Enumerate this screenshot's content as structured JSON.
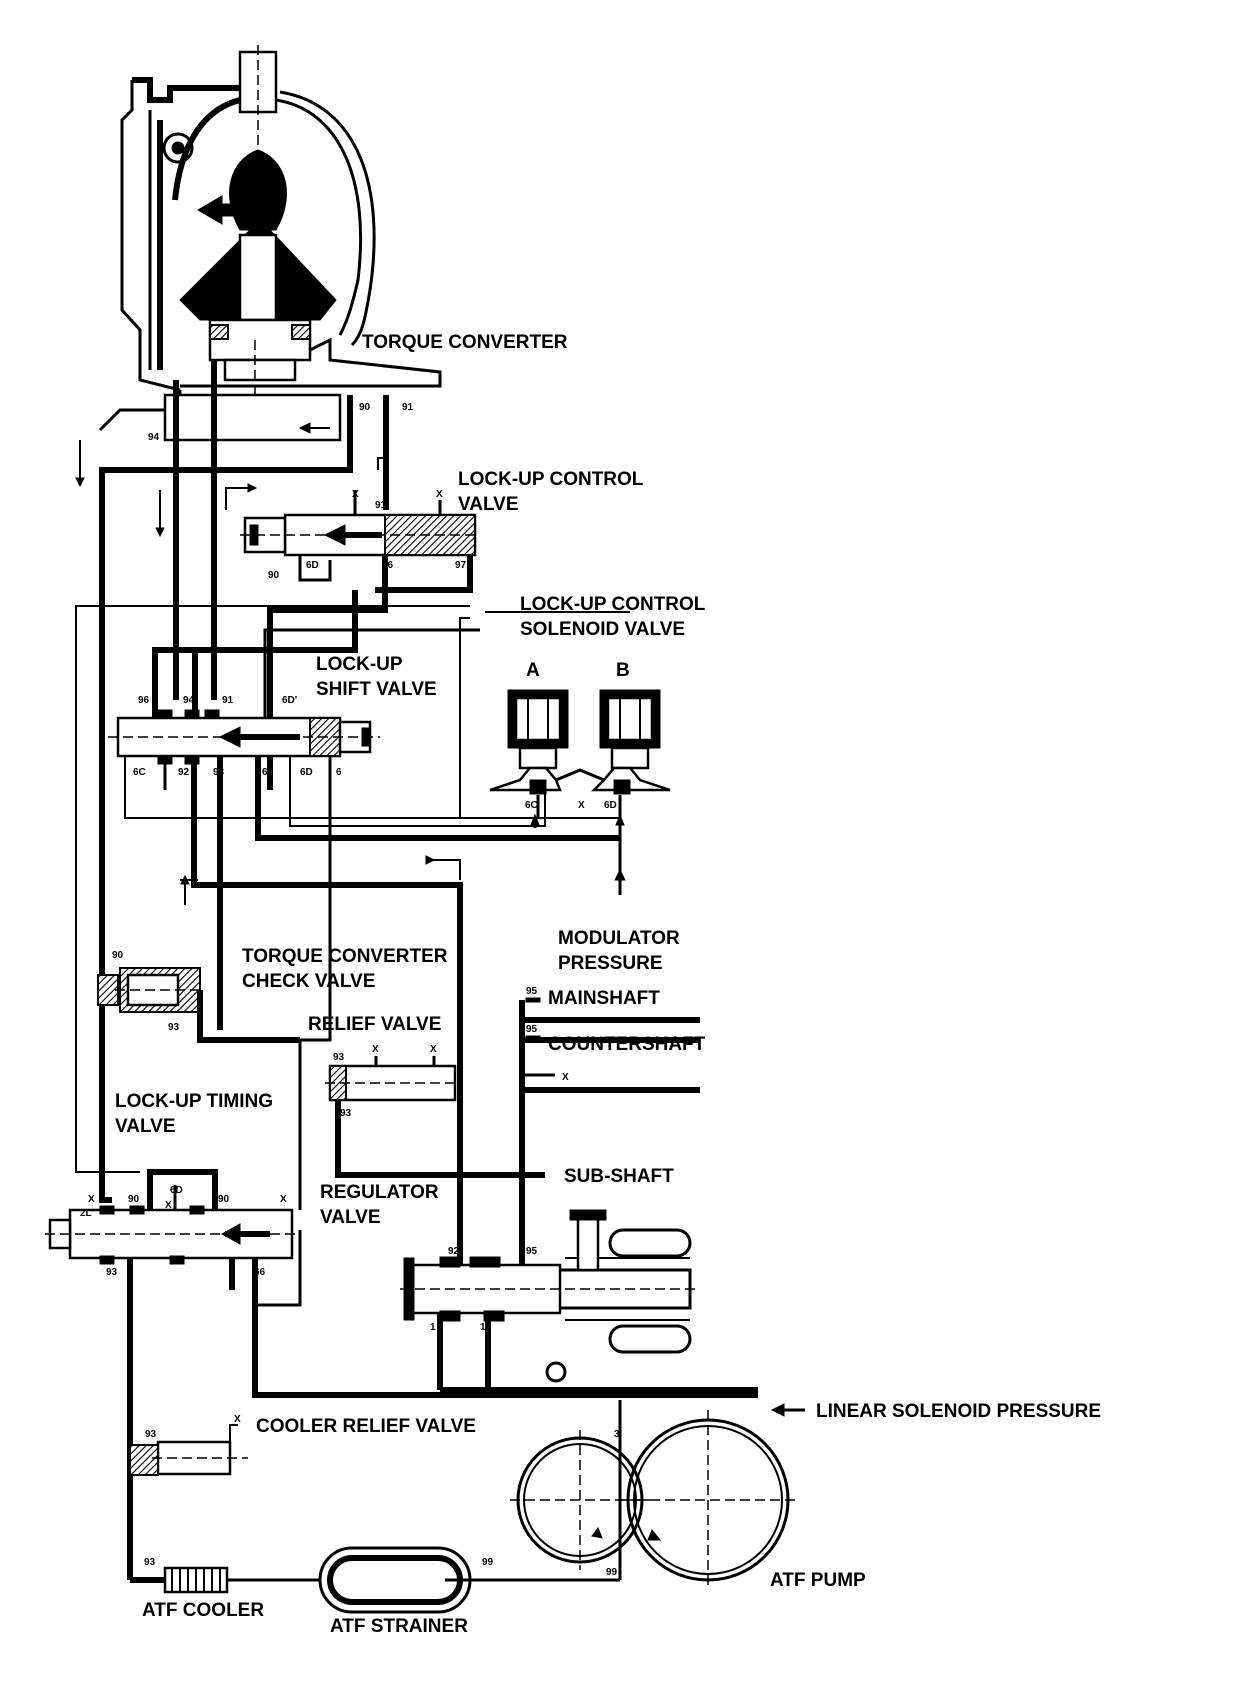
{
  "labels": {
    "torque_converter": "TORQUE CONVERTER",
    "lockup_control_valve_1": "LOCK-UP CONTROL",
    "lockup_control_valve_2": "VALVE",
    "lockup_control_solenoid_1": "LOCK-UP CONTROL",
    "lockup_control_solenoid_2": "SOLENOID VALVE",
    "lockup_shift_valve_1": "LOCK-UP",
    "lockup_shift_valve_2": "SHIFT VALVE",
    "solenoid_a": "A",
    "solenoid_b": "B",
    "modulator_pressure_1": "MODULATOR",
    "modulator_pressure_2": "PRESSURE",
    "tc_check_valve_1": "TORQUE CONVERTER",
    "tc_check_valve_2": "CHECK VALVE",
    "relief_valve": "RELIEF VALVE",
    "mainshaft": "MAINSHAFT",
    "countershaft": "COUNTERSHAFT",
    "lockup_timing_valve_1": "LOCK-UP TIMING",
    "lockup_timing_valve_2": "VALVE",
    "sub_shaft": "SUB-SHAFT",
    "regulator_valve_1": "REGULATOR",
    "regulator_valve_2": "VALVE",
    "linear_solenoid_pressure": "LINEAR SOLENOID PRESSURE",
    "cooler_relief_valve": "COOLER RELIEF VALVE",
    "atf_pump": "ATF PUMP",
    "atf_cooler": "ATF COOLER",
    "atf_strainer": "ATF STRAINER"
  },
  "ports": {
    "p94_tc": "94",
    "p90_tc": "90",
    "p91_tc": "91",
    "p91_luc": "91",
    "p90_luc": "90",
    "p6d_luc": "6D",
    "p96_luc": "96",
    "p97_luc": "97",
    "x_luc1": "X",
    "x_luc2": "X",
    "p96_lus": "96",
    "p94_lus": "94",
    "p91_lus": "91",
    "p6d_lus_top": "6D'",
    "p6c_lus": "6C",
    "p92_lus": "92",
    "p93_lus": "93",
    "p6_lus": "6",
    "p6d_lus": "6D",
    "p6_lus_r": "6",
    "p6c_sol": "6C",
    "x_sol": "X",
    "p6d_sol": "6D",
    "p90_chk": "90",
    "p93_chk": "93",
    "p93_rel": "93",
    "x_rel1": "X",
    "x_rel2": "X",
    "p93_rel_b": "93",
    "p95_main": "95",
    "p95_counter": "95",
    "x_counter": "X",
    "x_lut1": "X",
    "p2l_lut": "2L",
    "p90_lut": "90",
    "p6d_lut": "6D",
    "x_lut2": "X",
    "p90_lut_r": "90",
    "x_lut3": "X",
    "p93_lut": "93",
    "p66_lut": "66",
    "p92_reg": "92",
    "p95_reg": "95",
    "p1_reg_a": "1",
    "p1_reg_b": "1",
    "p93_crv": "93",
    "x_crv": "X",
    "p3_pump": "3",
    "p93_cool": "93",
    "p99_strainer": "99",
    "p99_pump": "99"
  }
}
